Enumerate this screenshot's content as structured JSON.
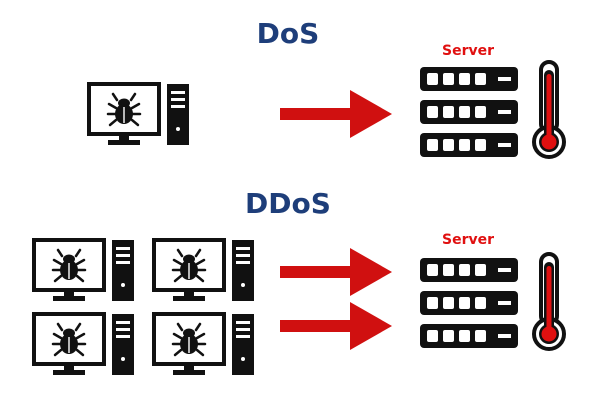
{
  "diagram": {
    "top": {
      "title": "DoS",
      "server_label": "Server"
    },
    "bottom": {
      "title": "DDoS",
      "server_label": "Server"
    }
  },
  "colors": {
    "title": "#1e3e7a",
    "server_label": "#e01010",
    "arrow": "#d01010",
    "icon": "#111111",
    "thermometer_fluid": "#e01010"
  },
  "icons": {
    "computer": "infected-computer-icon",
    "bug": "bug-icon",
    "server": "server-rack-icon",
    "thermometer": "thermometer-icon",
    "arrow": "arrow-right-icon"
  }
}
